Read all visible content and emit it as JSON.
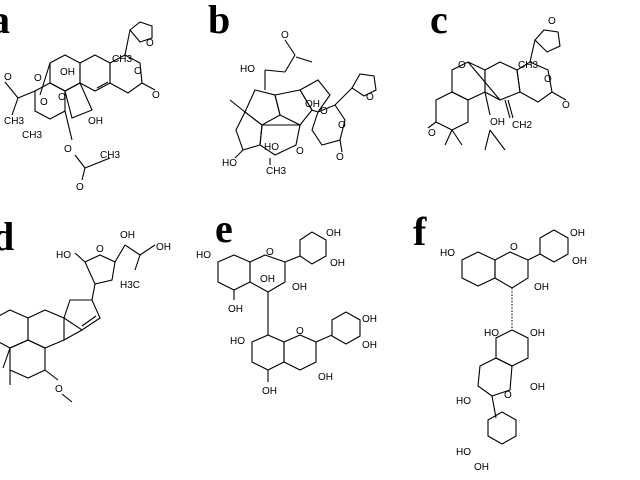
{
  "panels": [
    {
      "letter": "a",
      "labels": [
        "CH3",
        "O",
        "OH",
        "O",
        "O",
        "CH3",
        "O",
        "O",
        "CH3",
        "O",
        "OH",
        "O",
        "O",
        "CH3",
        "O"
      ]
    },
    {
      "letter": "b",
      "labels": [
        "O",
        "HO",
        "O",
        "OH",
        "O",
        "O",
        "HO",
        "O",
        "CH3",
        "O"
      ]
    },
    {
      "letter": "c",
      "labels": [
        "O",
        "CH3",
        "O",
        "O",
        "O",
        "OH",
        "CH2",
        "O"
      ]
    },
    {
      "letter": "d",
      "labels": [
        "HO",
        "O",
        "OH",
        "OH",
        "H3C",
        "O"
      ]
    },
    {
      "letter": "e",
      "labels": [
        "OH",
        "OH",
        "HO",
        "O",
        "OH",
        "OH",
        "OH",
        "HO",
        "O",
        "OH",
        "OH",
        "OH",
        "OH"
      ]
    },
    {
      "letter": "f",
      "labels": [
        "OH",
        "OH",
        "HO",
        "O",
        "OH",
        "HO",
        "OH",
        "HO",
        "O",
        "OH",
        "HO",
        "OH"
      ]
    }
  ]
}
